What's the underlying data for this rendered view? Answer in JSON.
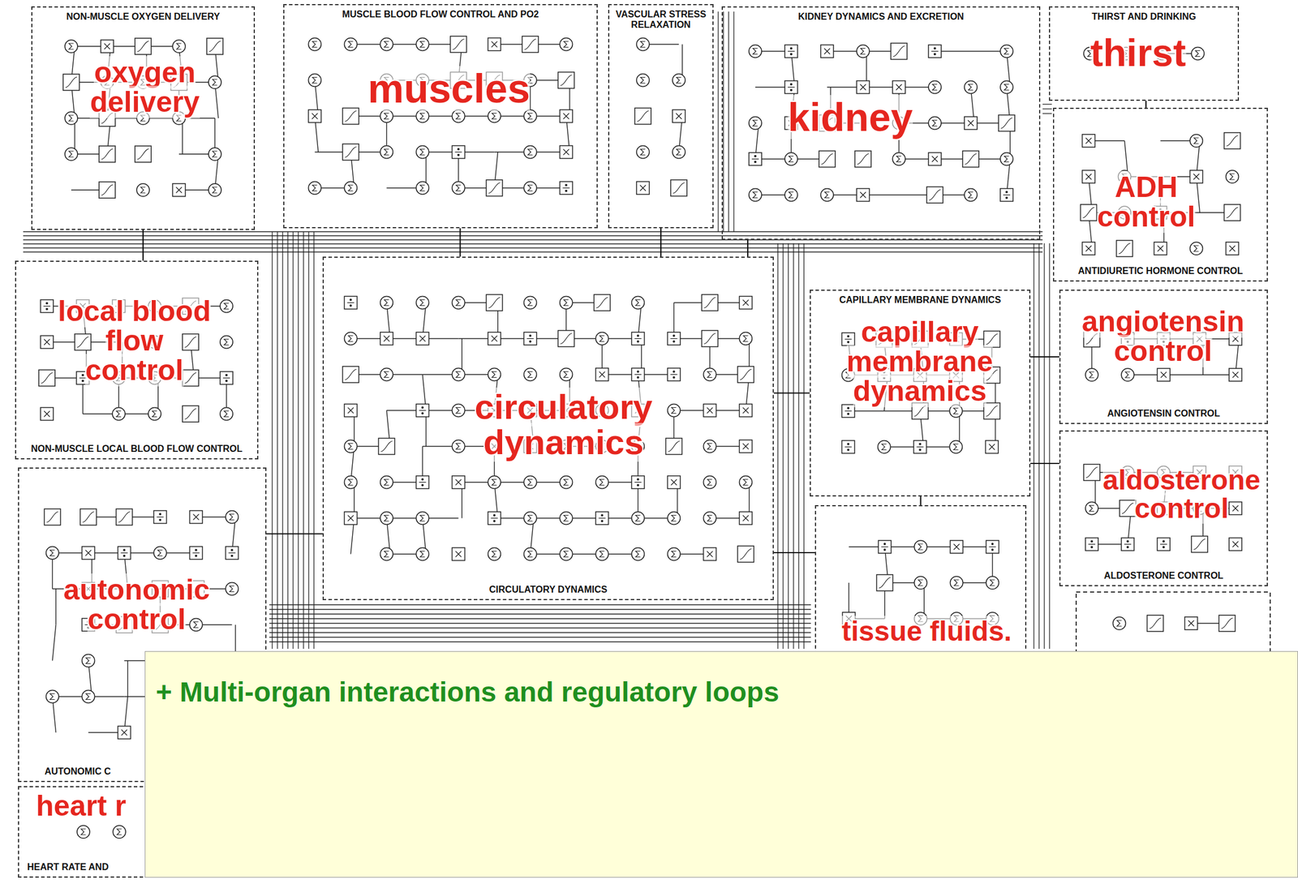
{
  "diagram": {
    "nodes": [
      {
        "text": [
          "NON-MUSCLE OXYGEN DELIVERY",
          "oxygen delivery"
        ]
      },
      {
        "text": [
          "MUSCLE BLOOD FLOW CONTROL AND PO2",
          "muscles"
        ]
      },
      {
        "text": [
          "VASCULAR STRESS RELAXATION"
        ]
      },
      {
        "text": [
          "KIDNEY DYNAMICS AND EXCRETION",
          "kidney"
        ]
      },
      {
        "text": [
          "THIRST AND DRINKING",
          "thirst"
        ]
      },
      {
        "text": [
          "ADH control",
          "ANTIDIURETIC HORMONE CONTROL"
        ]
      },
      {
        "text": [
          "local blood flow control",
          "NON-MUSCLE LOCAL BLOOD FLOW CONTROL"
        ]
      },
      {
        "text": [
          "circulatory dynamics",
          "CIRCULATORY DYNAMICS"
        ]
      },
      {
        "text": [
          "CAPILLARY MEMBRANE DYNAMICS",
          "capillary membrane dynamics"
        ]
      },
      {
        "text": [
          "angiotensin control",
          "ANGIOTENSIN CONTROL"
        ]
      },
      {
        "text": [
          "aldosterone control",
          "ALDOSTERONE CONTROL"
        ]
      },
      {
        "text": [
          "autonomic control",
          "AUTONOMIC C"
        ]
      },
      {
        "text": [
          "tissue fluids."
        ]
      },
      {
        "text": [
          "heart r",
          "HEART RATE AND"
        ]
      },
      {
        "text": [
          "+ Multi-organ interactions and regulatory loops"
        ]
      }
    ],
    "edges": [
      {
        "from": 0,
        "to": 6,
        "arrow": "none"
      },
      {
        "from": 1,
        "to": 7,
        "arrow": "none"
      },
      {
        "from": 2,
        "to": 7,
        "arrow": "none"
      },
      {
        "from": 3,
        "to": 7,
        "arrow": "none"
      },
      {
        "from": 4,
        "to": 5,
        "arrow": "none"
      },
      {
        "from": 7,
        "to": 8,
        "arrow": "none"
      },
      {
        "from": 9,
        "to": 8,
        "arrow": "none"
      },
      {
        "from": 10,
        "to": 8,
        "arrow": "none"
      },
      {
        "from": 11,
        "to": 7,
        "arrow": "none"
      },
      {
        "from": 8,
        "to": 12,
        "arrow": "none"
      },
      {
        "from": 7,
        "to": 12,
        "arrow": "none"
      }
    ]
  }
}
